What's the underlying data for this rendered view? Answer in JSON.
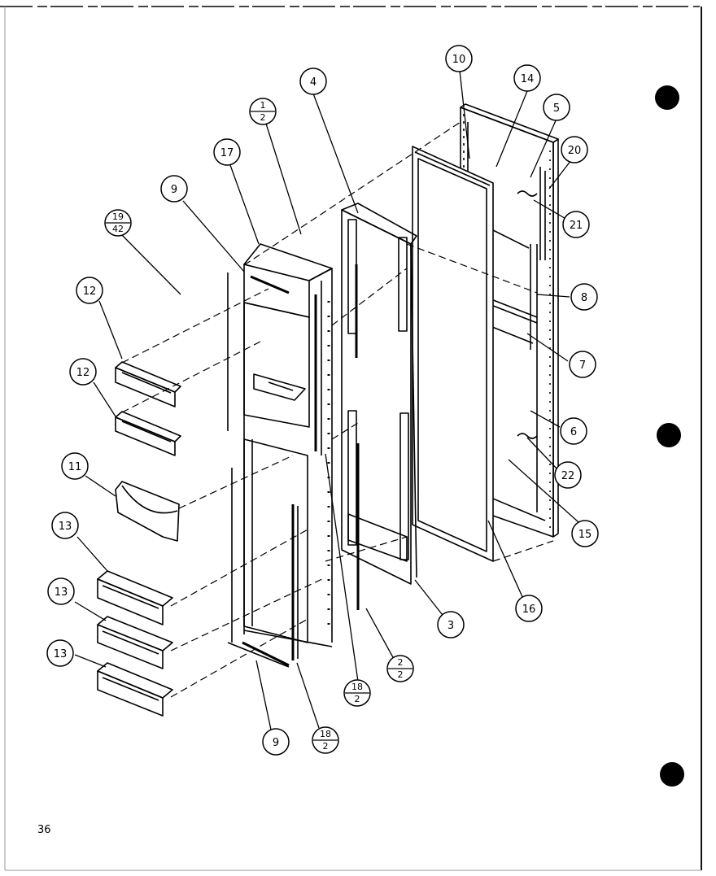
{
  "page_number": "36",
  "callouts": {
    "c10": "10",
    "c14": "14",
    "c5": "5",
    "c20": "20",
    "c21": "21",
    "c4": "4",
    "c17": "17",
    "c9a": "9",
    "c8": "8",
    "c7": "7",
    "c6": "6",
    "c22": "22",
    "c15": "15",
    "c16": "16",
    "c3": "3",
    "c12a": "12",
    "c12b": "12",
    "c11": "11",
    "c13a": "13",
    "c13b": "13",
    "c13c": "13",
    "c9b": "9"
  },
  "fraction_callouts": {
    "f1": {
      "top": "1",
      "bottom": "2"
    },
    "f19": {
      "top": "19",
      "bottom": "42"
    },
    "f2": {
      "top": "2",
      "bottom": "2"
    },
    "f18a": {
      "top": "18",
      "bottom": "2"
    },
    "f18b": {
      "top": "18",
      "bottom": "2"
    }
  }
}
